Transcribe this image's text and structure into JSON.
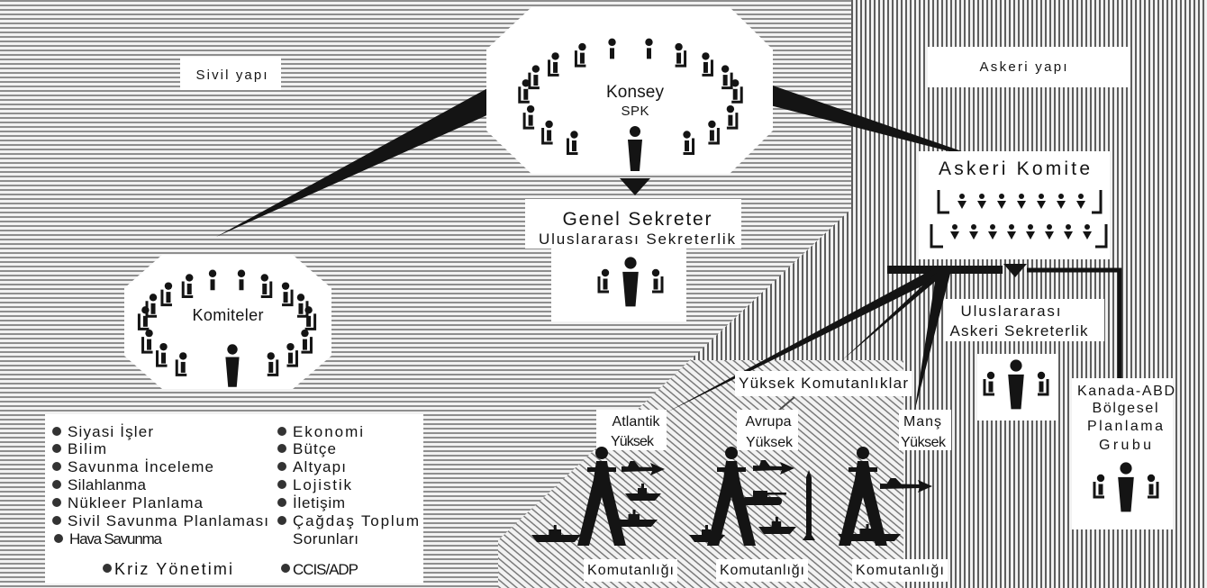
{
  "labels": {
    "civil": "Sivil yapı",
    "military": "Askeri yapı"
  },
  "council": {
    "title": "Konsey",
    "abbr": "SPK"
  },
  "secretary_general": {
    "title": "Genel Sekreter",
    "subtitle": "Uluslararası Sekreterlik"
  },
  "committees": {
    "title": "Komiteler",
    "left": [
      "Siyasi İşler",
      "Bilim",
      "Savunma İnceleme",
      "Silahlanma",
      "Nükleer Planlama",
      "Sivil Savunma Planlaması",
      "Hava Savunma",
      "Kriz Yönetimi"
    ],
    "right": [
      "Ekonomi",
      "Bütçe",
      "Altyapı",
      "Lojistik",
      "İletişim",
      {
        "line1": "Çağdaş Toplum",
        "line2": "Sorunları"
      },
      "CCIS/ADP"
    ]
  },
  "military_committee": {
    "title": "Askeri Komite"
  },
  "military_staff": {
    "line1": "Uluslararası",
    "line2": "Askeri Sekreterlik"
  },
  "canada_us": {
    "lines": [
      "Kanada-ABD",
      "Bölgesel",
      "Planlama",
      "Grubu"
    ]
  },
  "major_commands": {
    "title": "Yüksek Komutanlıklar",
    "commands": [
      {
        "name": "Atlantik",
        "line2": "Yüksek",
        "footer": "Komutanlığı"
      },
      {
        "name": "Avrupa",
        "line2": "Yüksek",
        "footer": "Komutanlığı"
      },
      {
        "name": "Manş",
        "line2": "Yüksek",
        "footer": "Komutanlığı"
      }
    ]
  },
  "colors": {
    "ink": "#141414",
    "paper": "#ffffff",
    "stripe_light": "#f2f2f2",
    "stripe_dark": "#8e8e8e",
    "stripe_vertical": "#5e5e5e"
  }
}
